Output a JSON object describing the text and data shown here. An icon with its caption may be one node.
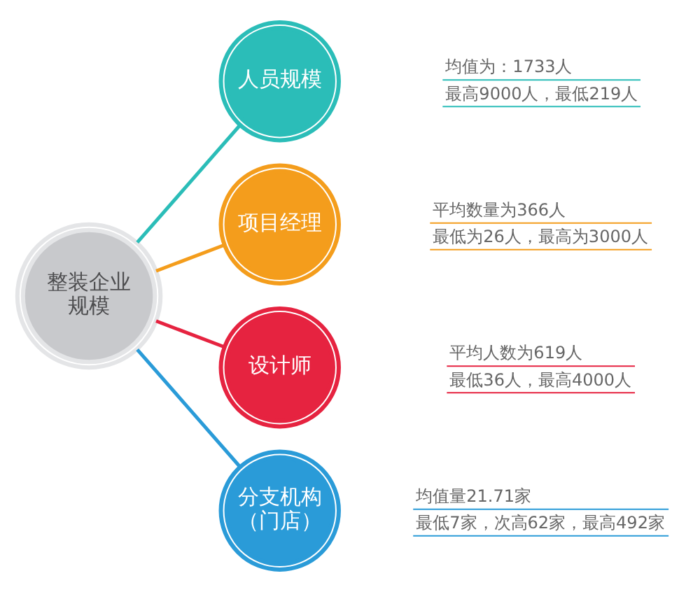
{
  "diagram": {
    "nodes": [
      {
        "text": [
          "人员规模"
        ],
        "beside": [
          "均值为：1733人",
          "最高9000人，最低219人"
        ]
      },
      {
        "text": [
          "项目经理"
        ],
        "beside": [
          "平均数量为366人",
          "最低为26人，最高为3000人"
        ]
      },
      {
        "text": [
          "整装企业规模"
        ]
      },
      {
        "text": [
          "设计师"
        ],
        "beside": [
          "平均人数为619人",
          "最低36人，最高4000人"
        ]
      },
      {
        "text": [
          "分支机构（门店）"
        ],
        "beside": [
          "均值量21.71家",
          "最低7家，次高62家，最高492家"
        ]
      }
    ],
    "edges": [
      {
        "from": 2,
        "to": 0,
        "arrow": "none",
        "color": "#2bbdb8"
      },
      {
        "from": 2,
        "to": 1,
        "arrow": "none",
        "color": "#f49d1c"
      },
      {
        "from": 2,
        "to": 3,
        "arrow": "none",
        "color": "#e62340"
      },
      {
        "from": 2,
        "to": 4,
        "arrow": "none",
        "color": "#2a9bd8"
      }
    ]
  }
}
